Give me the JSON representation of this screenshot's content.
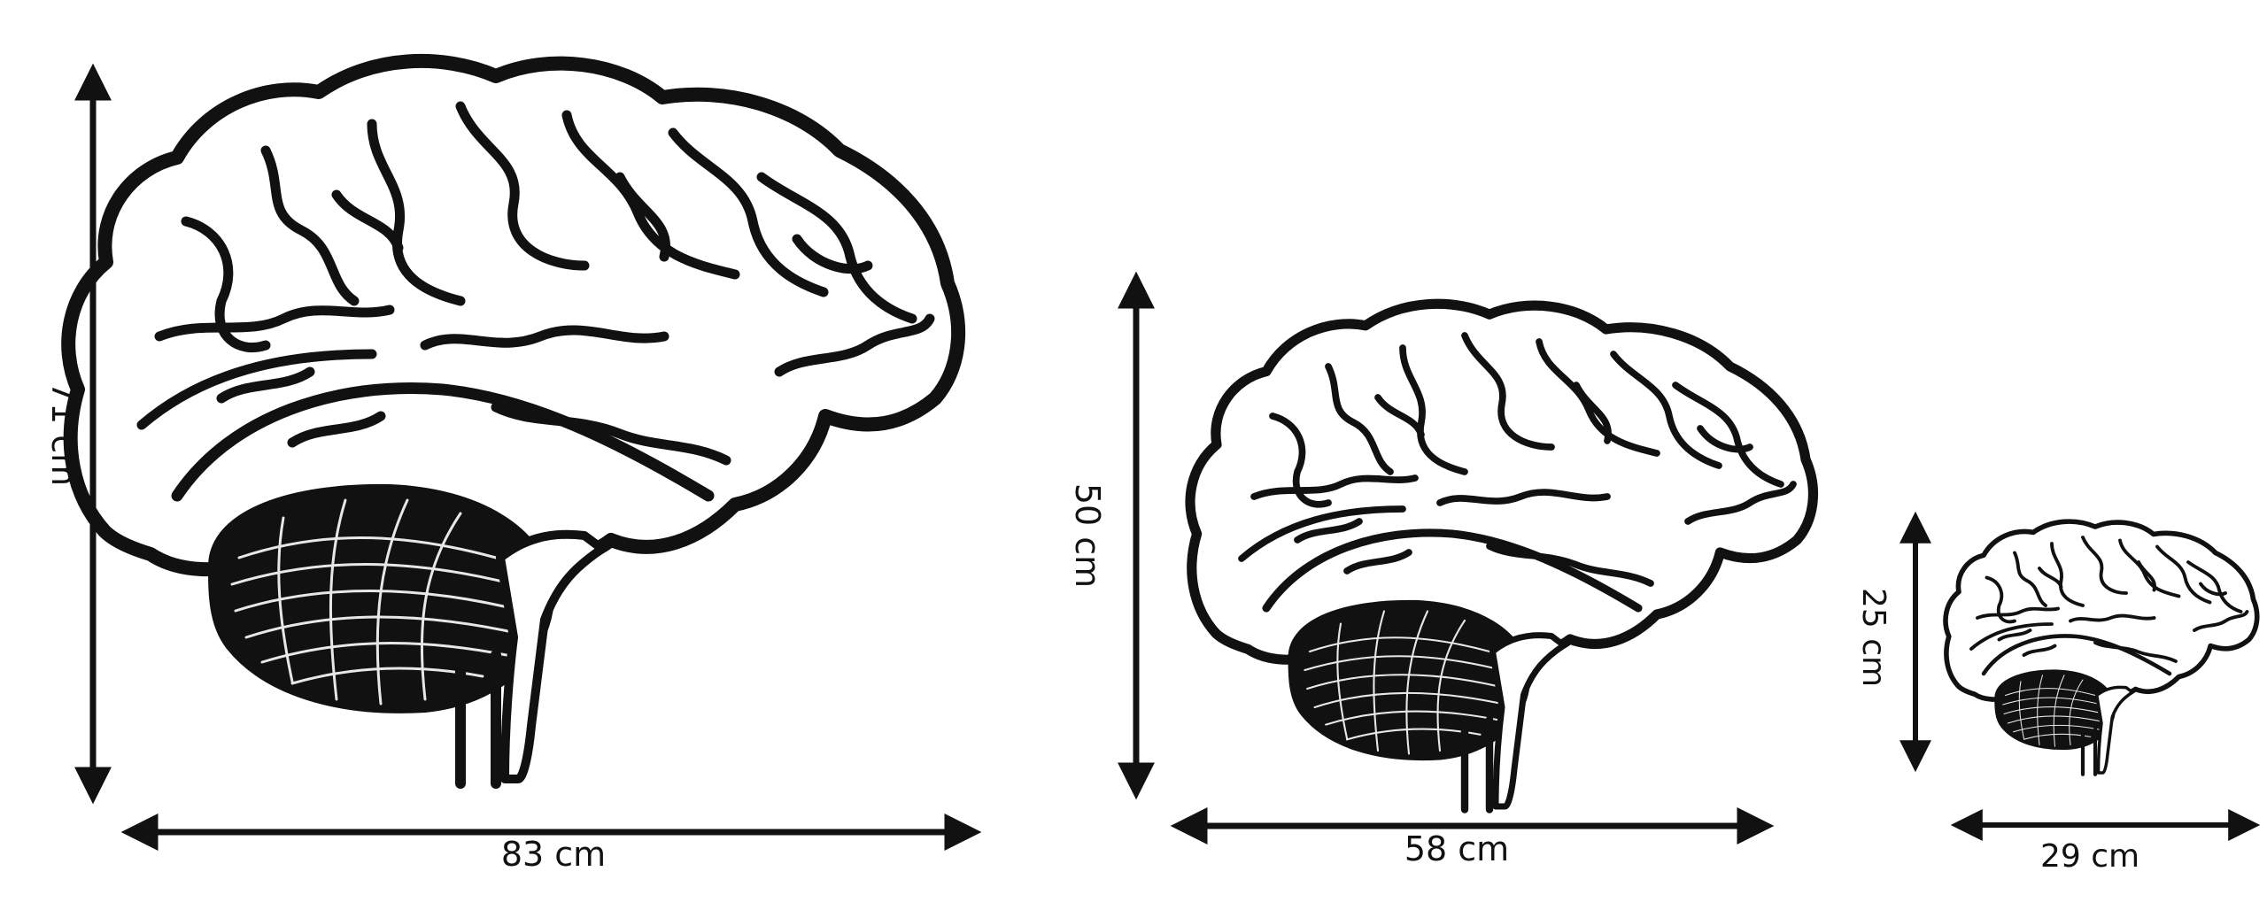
{
  "colors": {
    "ink": "#111111",
    "background": "#ffffff"
  },
  "items": [
    {
      "width": "83 cm",
      "height": "71 cm"
    },
    {
      "width": "58 cm",
      "height": "50 cm"
    },
    {
      "width": "29 cm",
      "height": "25 cm"
    }
  ]
}
